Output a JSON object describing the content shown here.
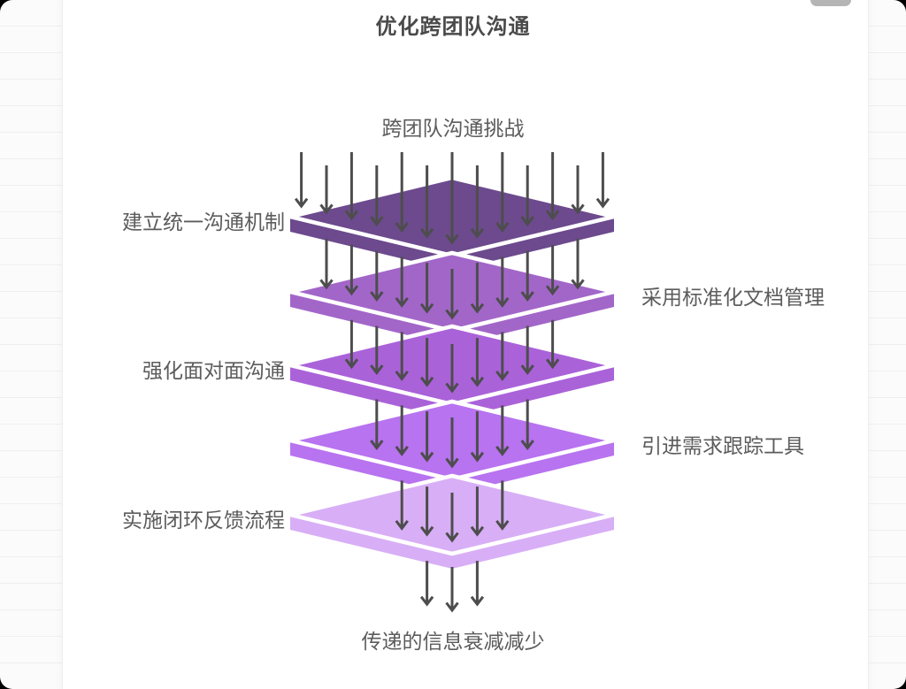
{
  "page": {
    "title": "优化跨团队沟通"
  },
  "chrome": {
    "scrollbar_pill": ""
  },
  "diagram": {
    "top_label": "跨团队沟通挑战",
    "bottom_label": "传递的信息衰减减少",
    "layers": [
      {
        "label": "建立统一沟通机制",
        "side": "left",
        "color": "#6c4a8d"
      },
      {
        "label": "采用标准化文档管理",
        "side": "right",
        "color": "#a266c9"
      },
      {
        "label": "强化面对面沟通",
        "side": "left",
        "color": "#aa62d9"
      },
      {
        "label": "引进需求跟踪工具",
        "side": "right",
        "color": "#b873f0"
      },
      {
        "label": "实施闭环反馈流程",
        "side": "left",
        "color": "#d8aff6"
      }
    ],
    "arrow_counts": [
      13,
      11,
      9,
      7,
      5,
      3
    ],
    "theme": {
      "arrow_color": "#4d4d4d",
      "plate_outline": "#ffffff",
      "title_color": "#4a4a4a",
      "label_color": "#5c5c5c",
      "card_background": "#ffffff"
    }
  }
}
